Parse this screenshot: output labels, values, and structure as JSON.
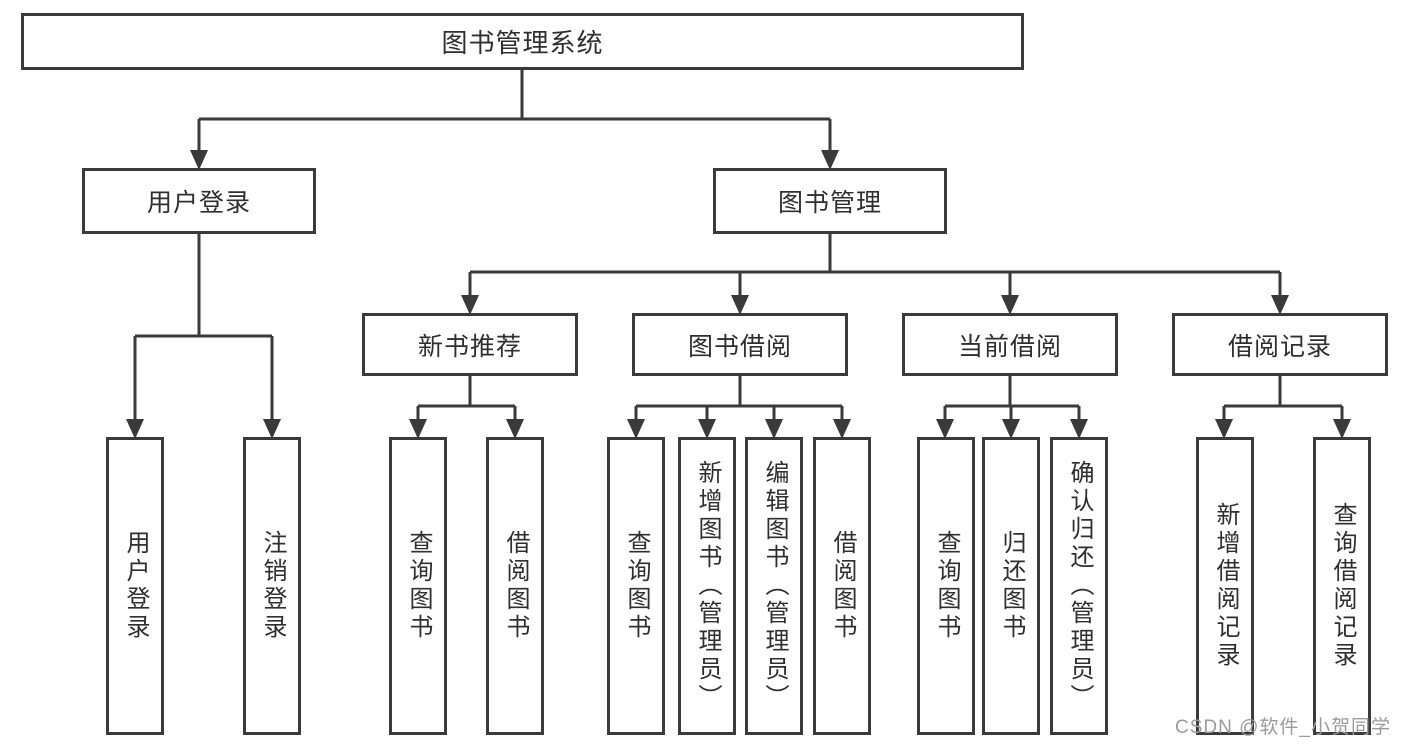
{
  "title": "图书管理系统",
  "watermark": "CSDN @软件_小贺同学",
  "colors": {
    "line": "#3a3a3a",
    "box_border": "#3a3a3a",
    "text": "#2f2f2f",
    "background": "#ffffff",
    "watermark": "#9b9b9b"
  },
  "tree": {
    "root": "图书管理系统",
    "level1": [
      {
        "label": "用户登录"
      },
      {
        "label": "图书管理"
      }
    ],
    "level2": [
      {
        "label": "新书推荐"
      },
      {
        "label": "图书借阅"
      },
      {
        "label": "当前借阅"
      },
      {
        "label": "借阅记录"
      }
    ],
    "leaves": {
      "user_login": [
        "用户登录",
        "注销登录"
      ],
      "new_book_recommend": [
        "查询图书",
        "借阅图书"
      ],
      "book_borrow": [
        "查询图书",
        "新增图书（管理员）",
        "编辑图书（管理员）",
        "借阅图书"
      ],
      "current_borrow": [
        "查询图书",
        "归还图书",
        "确认归还（管理员）"
      ],
      "borrow_records": [
        "新增借阅记录",
        "查询借阅记录"
      ]
    }
  }
}
